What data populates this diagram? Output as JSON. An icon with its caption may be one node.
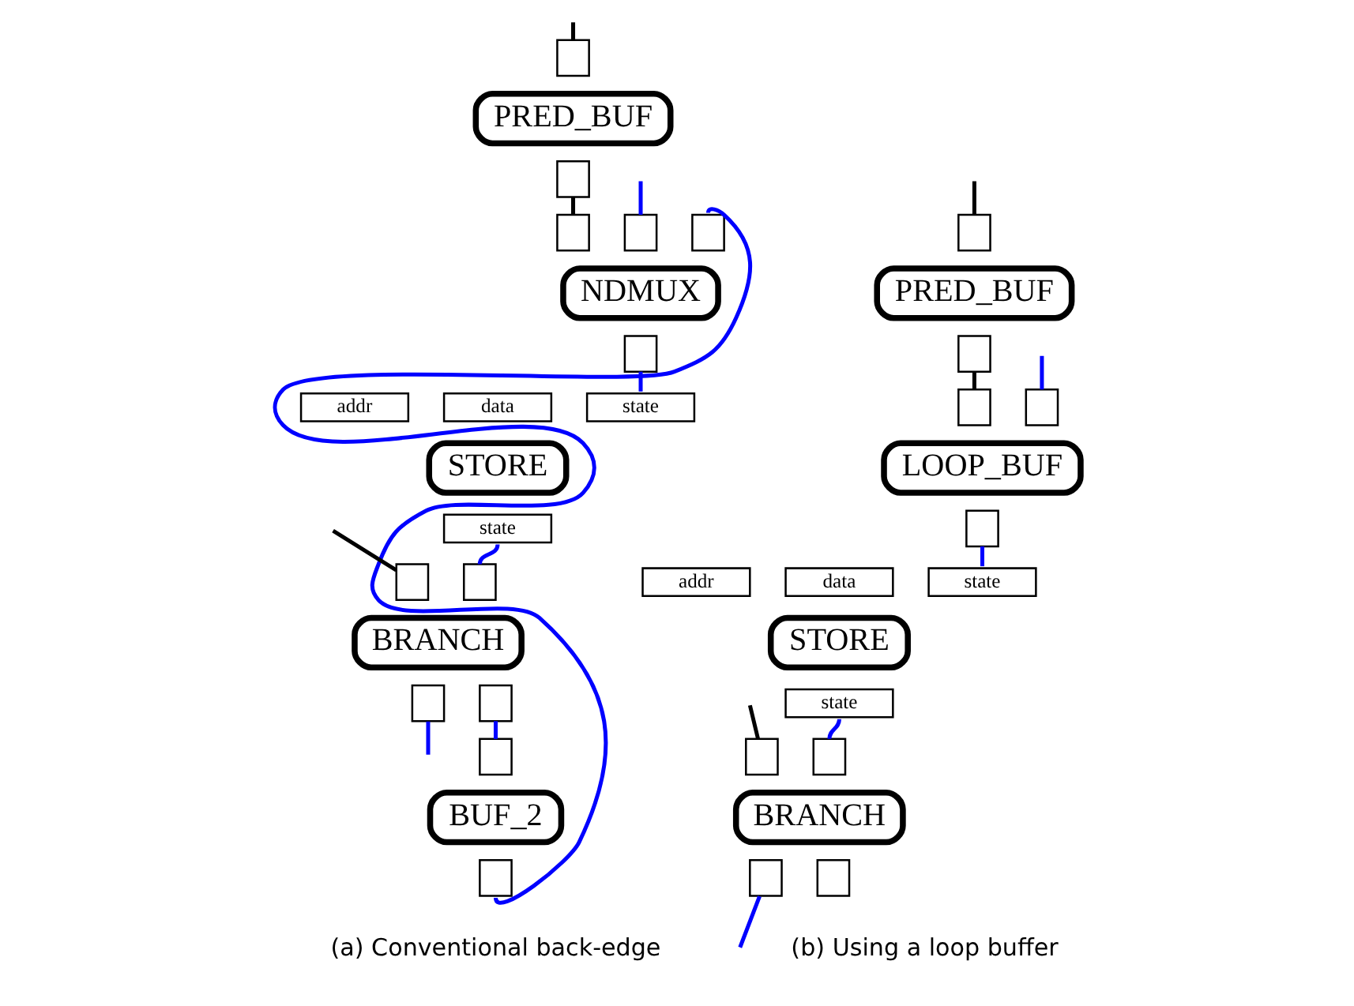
{
  "diagram": {
    "nodes": [
      {
        "text": [
          "PRED_BUF"
        ]
      },
      {
        "text": [],
        "shape": "box"
      },
      {
        "text": [],
        "shape": "box"
      },
      {
        "text": [
          "NDMUX"
        ]
      },
      {
        "text": [],
        "shape": "box"
      },
      {
        "text": [],
        "shape": "box"
      },
      {
        "text": [],
        "shape": "box"
      },
      {
        "text": [],
        "shape": "box"
      },
      {
        "text": [
          "STORE"
        ]
      },
      {
        "text": [
          "addr"
        ]
      },
      {
        "text": [
          "data"
        ]
      },
      {
        "text": [
          "state"
        ]
      },
      {
        "text": [
          "state"
        ]
      },
      {
        "text": [
          "BRANCH"
        ]
      },
      {
        "text": [],
        "shape": "box"
      },
      {
        "text": [],
        "shape": "box"
      },
      {
        "text": [],
        "shape": "box"
      },
      {
        "text": [],
        "shape": "box"
      },
      {
        "text": [
          "BUF_2"
        ]
      },
      {
        "text": [],
        "shape": "box"
      },
      {
        "text": [],
        "shape": "box"
      },
      {
        "text": [
          "PRED_BUF"
        ]
      },
      {
        "text": [],
        "shape": "box"
      },
      {
        "text": [],
        "shape": "box"
      },
      {
        "text": [
          "LOOP_BUF"
        ]
      },
      {
        "text": [],
        "shape": "box"
      },
      {
        "text": [],
        "shape": "box"
      },
      {
        "text": [],
        "shape": "box"
      },
      {
        "text": [
          "STORE"
        ]
      },
      {
        "text": [
          "addr"
        ]
      },
      {
        "text": [
          "data"
        ]
      },
      {
        "text": [
          "state"
        ]
      },
      {
        "text": [
          "state"
        ]
      },
      {
        "text": [
          "BRANCH"
        ]
      },
      {
        "text": [],
        "shape": "box"
      },
      {
        "text": [],
        "shape": "box"
      },
      {
        "text": [],
        "shape": "box"
      },
      {
        "text": [],
        "shape": "box"
      }
    ],
    "edges": [
      {
        "from": null,
        "to": 1,
        "arrow": "none",
        "color": "#000000"
      },
      {
        "from": 2,
        "to": 4,
        "arrow": "none",
        "color": "#000000"
      },
      {
        "from": null,
        "to": 5,
        "arrow": "none"
      },
      {
        "from": 7,
        "to": 11,
        "arrow": "none"
      },
      {
        "from": null,
        "to": 14,
        "arrow": "none",
        "color": "#000000"
      },
      {
        "from": 12,
        "to": 15,
        "arrow": "none"
      },
      {
        "from": 16,
        "to": null,
        "arrow": "none"
      },
      {
        "from": 17,
        "to": 19,
        "arrow": "none"
      },
      {
        "from": 20,
        "to": 6,
        "arrow": "none"
      },
      {
        "from": null,
        "to": 22,
        "arrow": "none",
        "color": "#000000"
      },
      {
        "from": 23,
        "to": 25,
        "arrow": "none",
        "color": "#000000"
      },
      {
        "from": null,
        "to": 26,
        "arrow": "none"
      },
      {
        "from": 27,
        "to": 31,
        "arrow": "none"
      },
      {
        "from": null,
        "to": 34,
        "arrow": "none",
        "color": "#000000"
      },
      {
        "from": 32,
        "to": 35,
        "arrow": "none"
      },
      {
        "from": 36,
        "to": null,
        "arrow": "none"
      }
    ],
    "labels": [
      "(a) Conventional back-edge",
      "(b) Using a loop buffer"
    ]
  }
}
